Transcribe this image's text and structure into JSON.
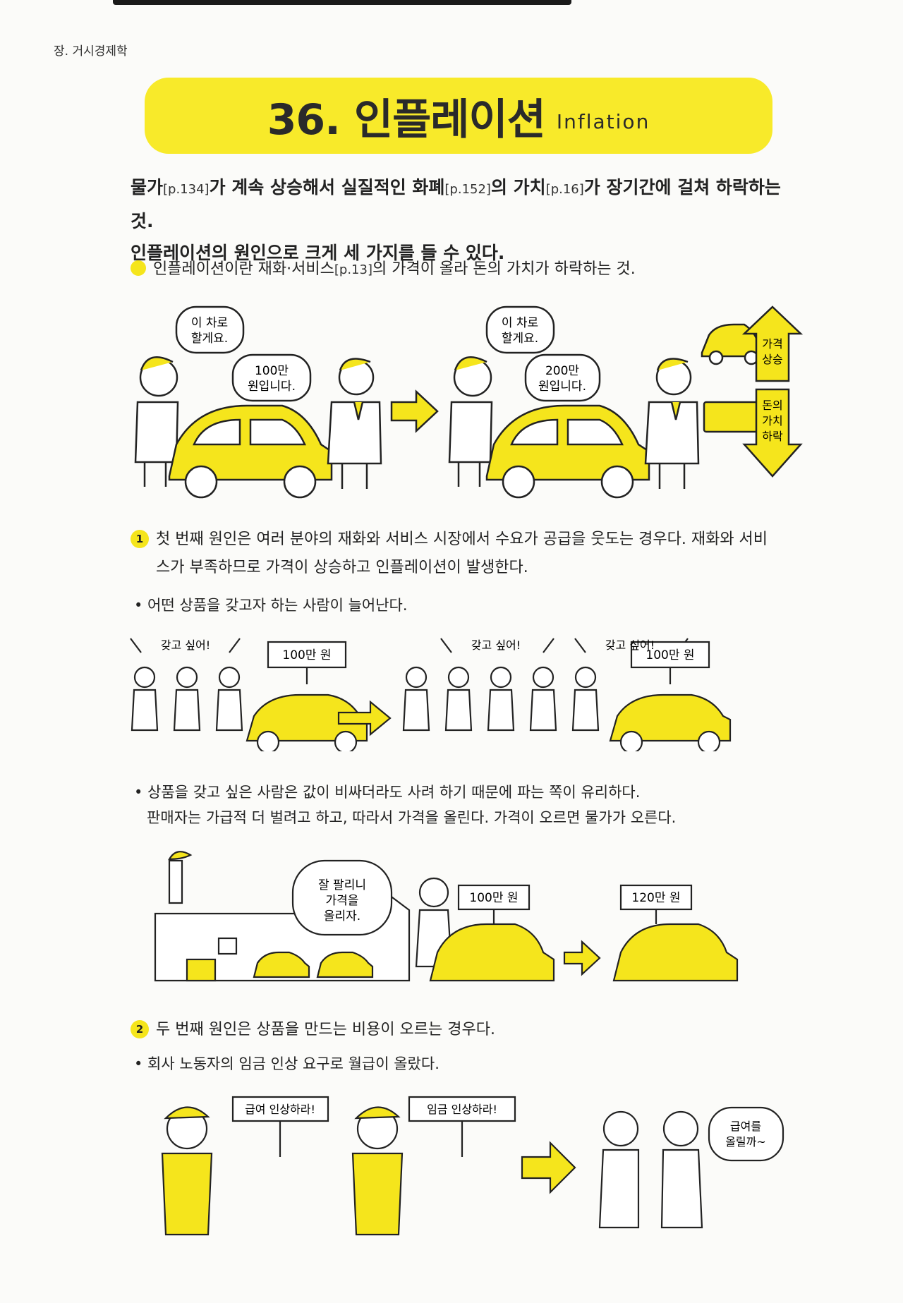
{
  "chapter": "장. 거시경제학",
  "title": {
    "main": "36. 인플레이션",
    "en": "Inflation"
  },
  "definition": {
    "line1": [
      {
        "t": "물가",
        "b": true
      },
      {
        "t": "[p.134]",
        "r": true
      },
      {
        "t": "가 계속 상승해서 실질적인 화폐",
        "b": true
      },
      {
        "t": "[p.152]",
        "r": true
      },
      {
        "t": "의 가치",
        "b": true
      },
      {
        "t": "[p.16]",
        "r": true
      },
      {
        "t": "가 장기간에 걸쳐 하락하는 것.",
        "b": true
      }
    ],
    "line2": "인플레이션의 원인으로 크게 세 가지를 들 수 있다."
  },
  "intro": {
    "pre": "인플레이션이란 재화·서비스",
    "ref": "[p.13]",
    "post": "의 가격이 올라 돈의 가치가 하락하는 것."
  },
  "scene1": {
    "bubble_left_customer": [
      "이 차로",
      "할게요."
    ],
    "bubble_left_seller": [
      "100만",
      "원입니다."
    ],
    "bubble_right_customer": [
      "이 차로",
      "할게요."
    ],
    "bubble_right_seller": [
      "200만",
      "원입니다."
    ],
    "arrow_up": [
      "가격",
      "상승"
    ],
    "arrow_down": [
      "돈의",
      "가치",
      "하락"
    ]
  },
  "cause1": {
    "num": "1",
    "line1": "첫 번째 원인은 여러 분야의 재화와 서비스 시장에서 수요가 공급을 웃도는 경우다. 재화와 서비",
    "line2": "스가 부족하므로 가격이 상승하고 인플레이션이 발생한다."
  },
  "bullet1": "• 어떤 상품을 갖고자 하는 사람이 늘어난다.",
  "scene2": {
    "want": "갖고 싶어!",
    "price": "100만 원"
  },
  "bullet2": {
    "line1": "• 상품을 갖고 싶은 사람은 값이 비싸더라도 사려 하기 때문에 파는 쪽이 유리하다.",
    "line2": "판매자는 가급적 더 벌려고 하고, 따라서 가격을 올린다. 가격이 오르면 물가가 오른다."
  },
  "scene3": {
    "bubble": [
      "잘 팔리니",
      "가격을",
      "올리자."
    ],
    "price_before": "100만 원",
    "price_after": "120만 원"
  },
  "cause2": {
    "num": "2",
    "text": "두 번째 원인은 상품을 만드는 비용이 오르는 경우다."
  },
  "bullet3": "• 회사 노동자의 임금 인상 요구로 월급이 올랐다.",
  "scene4": {
    "sign1": "급여 인상하라!",
    "sign2": "임금 인상하라!",
    "bubble": [
      "급여를",
      "올릴까~"
    ]
  },
  "colors": {
    "accent": "#f5e51c",
    "ink": "#222222"
  }
}
